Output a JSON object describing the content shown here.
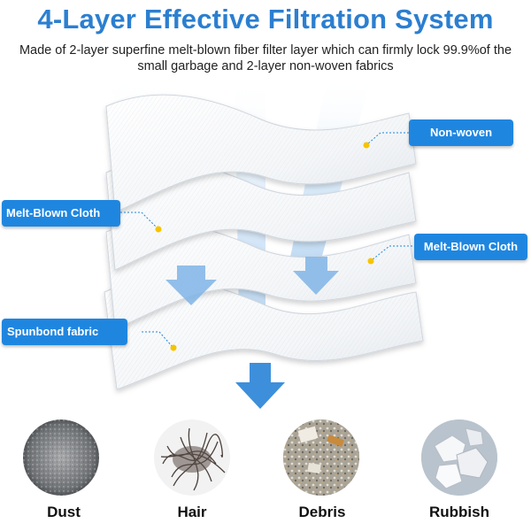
{
  "title": "4-Layer Effective Filtration System",
  "subtitle": "Made of 2-layer superfine melt-blown fiber filter layer which can firmly lock 99.9%of the small garbage and 2-layer non-woven fabrics",
  "labels": {
    "non_woven": "Non-woven",
    "melt_blown_left": "Melt-Blown Cloth",
    "melt_blown_right": "Melt-Blown Cloth",
    "spunbond": "Spunbond fabric"
  },
  "particles": [
    {
      "name": "Dust"
    },
    {
      "name": "Hair"
    },
    {
      "name": "Debris"
    },
    {
      "name": "Rubbish"
    }
  ],
  "colors": {
    "accent": "#2b7fd0",
    "label_bg": "#1f86e0",
    "marker": "#f5c400"
  }
}
